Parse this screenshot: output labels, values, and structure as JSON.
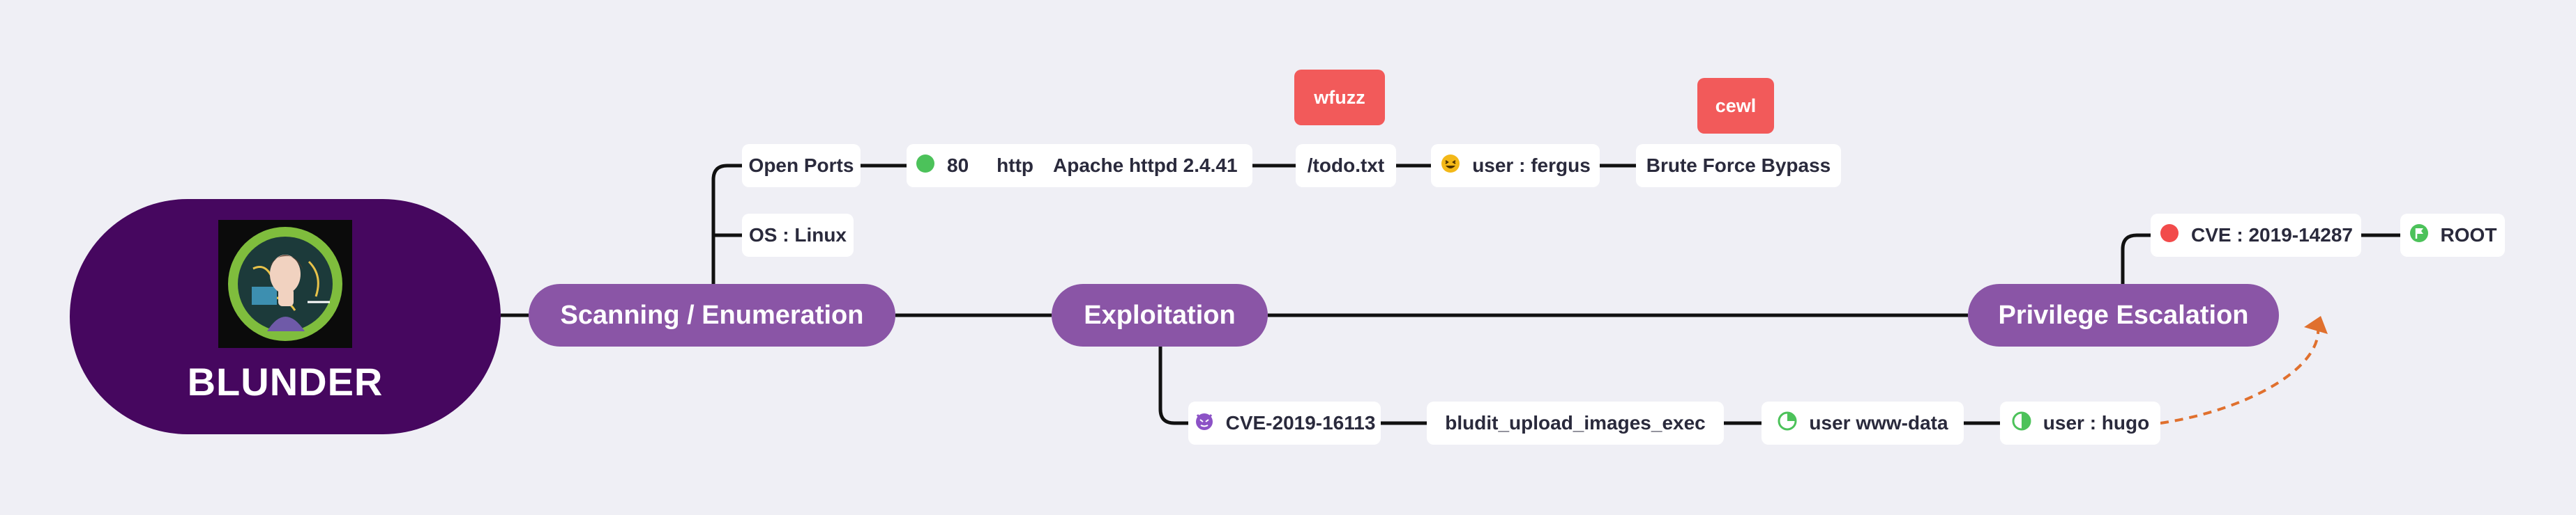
{
  "root": {
    "title": "BLUNDER",
    "image": "ninja-avatar"
  },
  "branches": {
    "scanning": "Scanning / Enumeration",
    "exploitation": "Exploitation",
    "privesc": "Privilege Escalation"
  },
  "scanning": {
    "open_ports": "Open Ports",
    "os": "OS : Linux",
    "port": {
      "number": "80",
      "protocol": "http",
      "status_color": "#4cc25a"
    },
    "service": "Apache httpd 2.4.41",
    "todo": "/todo.txt",
    "user": "user : fergus",
    "brute": "Brute Force Bypass",
    "tags": {
      "wfuzz": "wfuzz",
      "cewl": "cewl"
    }
  },
  "exploitation": {
    "cve": "CVE-2019-16113",
    "module": "bludit_upload_images_exec",
    "www": "user www-data",
    "hugo": "user : hugo"
  },
  "privesc": {
    "cve": "CVE : 2019-14287",
    "root": "ROOT"
  },
  "icons": {
    "port_status": "green-circle-icon",
    "fergus": "laughing-face-icon",
    "cve_exploit": "devil-face-icon",
    "www": "quarter-pie-icon",
    "hugo": "half-pie-icon",
    "privesc_cve": "red-circle-icon",
    "root": "flag-icon"
  },
  "colors": {
    "root_bg": "#46075f",
    "branch_bg": "#8a55a6",
    "tag_bg": "#f25a5a",
    "connector": "#111111",
    "dashed_arrow": "#e0702e",
    "background": "#efeff5"
  }
}
